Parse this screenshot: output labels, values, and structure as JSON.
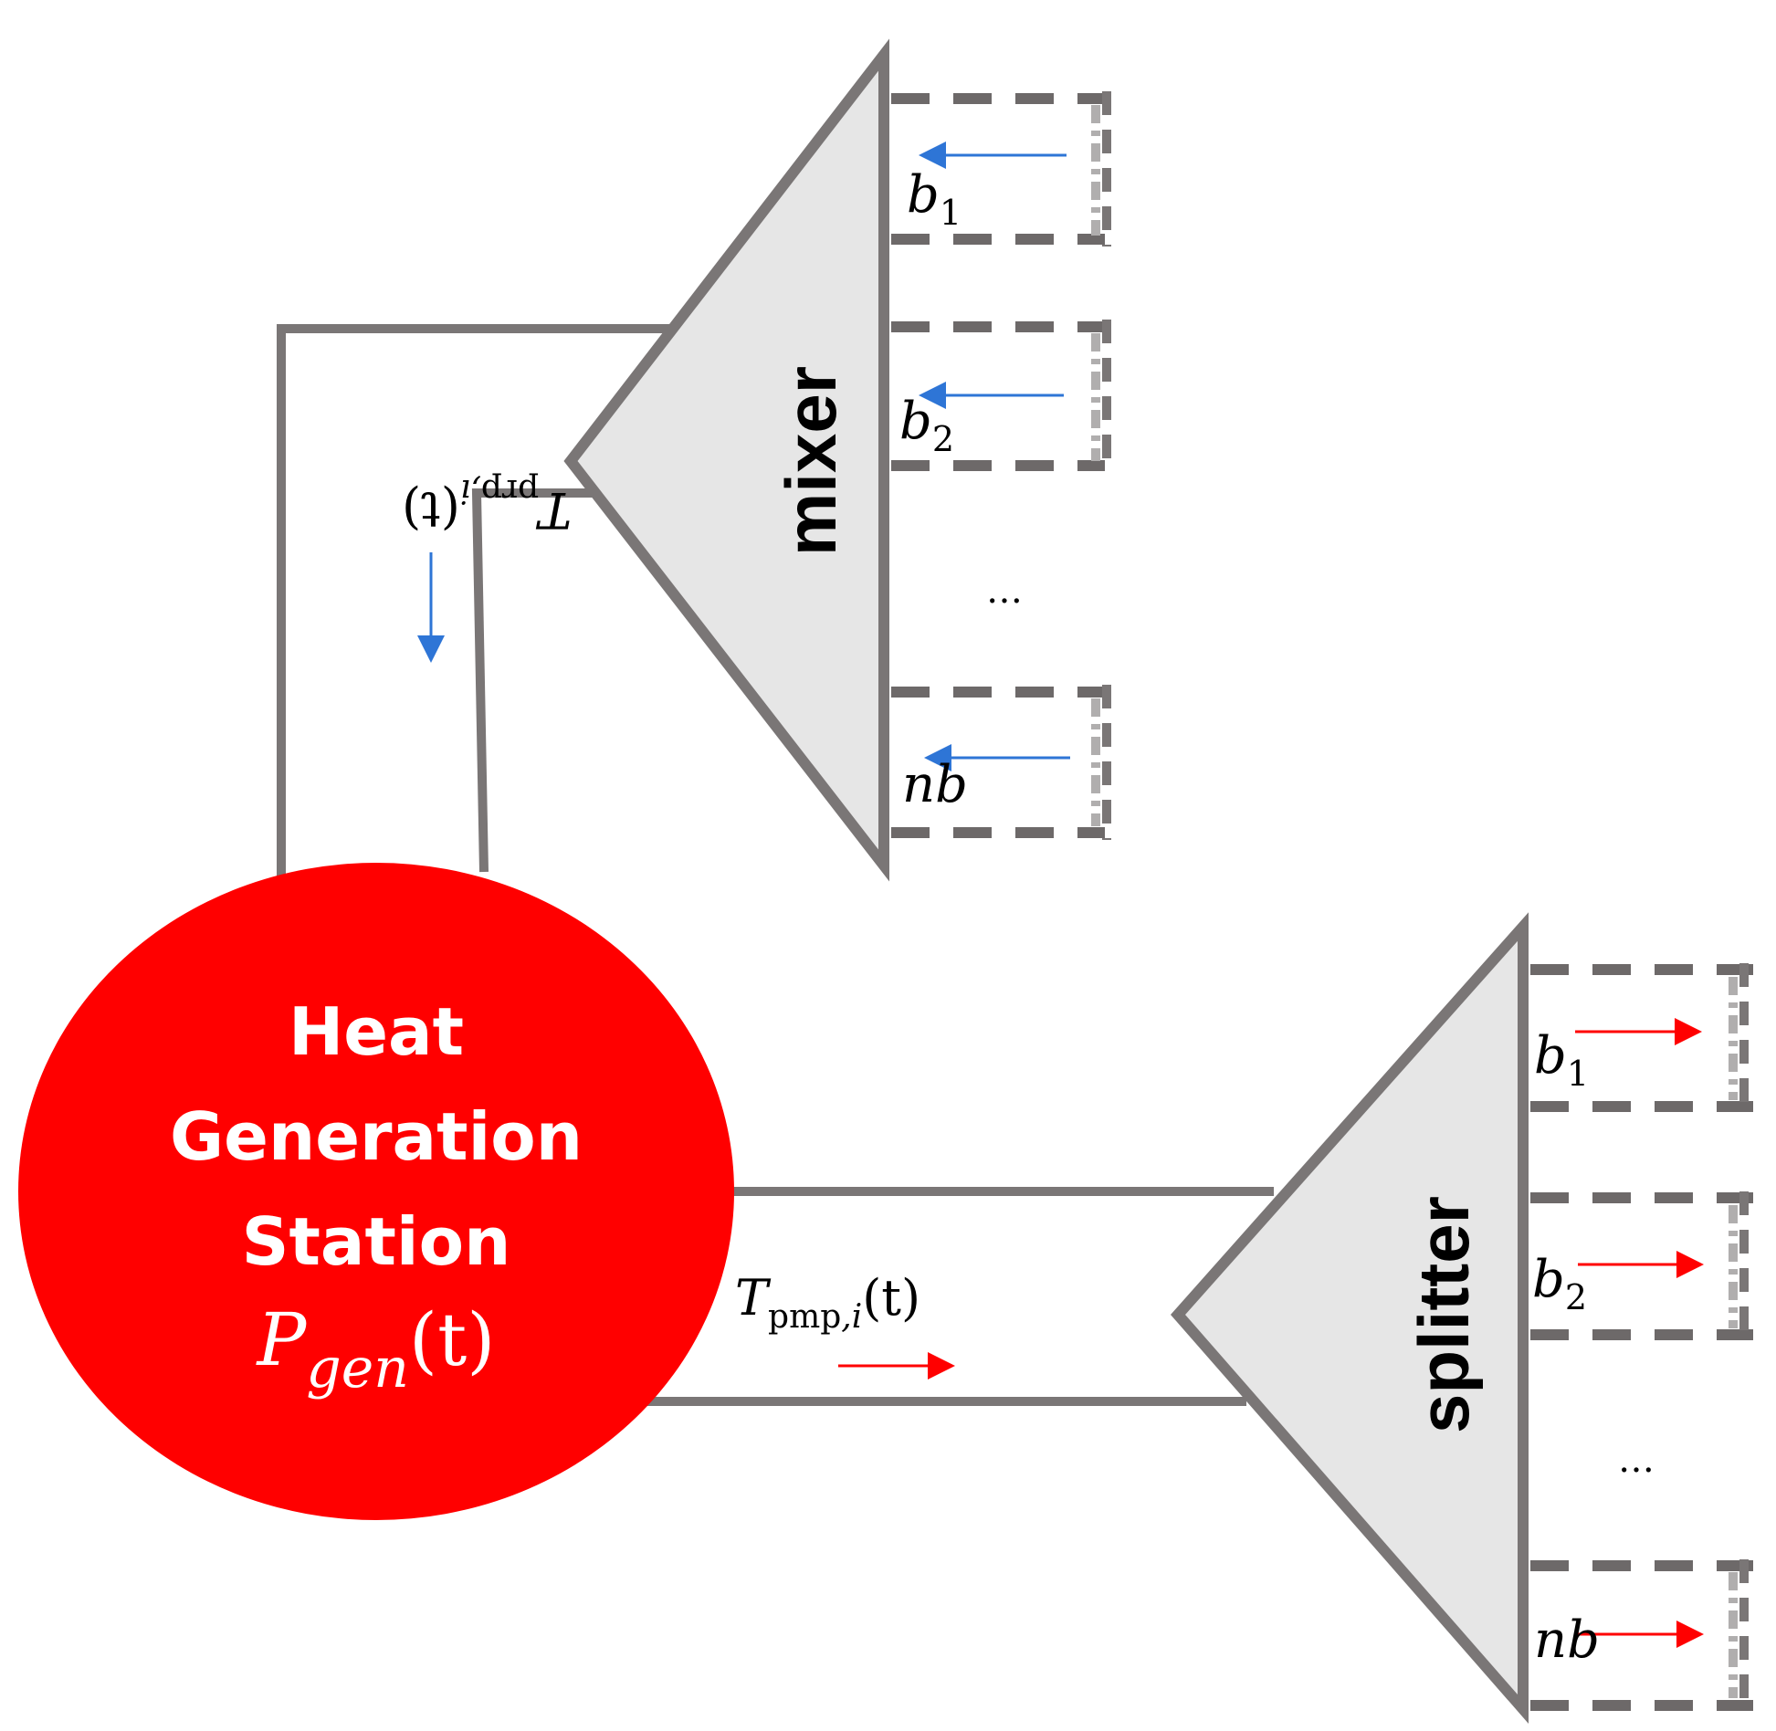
{
  "station": {
    "line1": "Heat",
    "line2": "Generation",
    "line3": "Station",
    "power_symbol": "P",
    "power_subscript": "gen",
    "power_arg": "(t)"
  },
  "mixer": {
    "label": "mixer",
    "branches": [
      {
        "base": "b",
        "sub": "1"
      },
      {
        "base": "b",
        "sub": "2"
      },
      {
        "base": "nb",
        "sub": ""
      }
    ],
    "ellipsis": "…"
  },
  "splitter": {
    "label": "splitter",
    "branches": [
      {
        "base": "b",
        "sub": "1"
      },
      {
        "base": "b",
        "sub": "2"
      },
      {
        "base": "nb",
        "sub": ""
      }
    ],
    "ellipsis": "…"
  },
  "return_pipe": {
    "symbol": "T",
    "sub_roman": "prp",
    "sub_italic": ",i",
    "arg": "(t)"
  },
  "supply_pipe": {
    "symbol": "T",
    "sub_roman": "pmp",
    "sub_italic": ",i",
    "arg": "(t)"
  },
  "colors": {
    "station_fill": "#ff0000",
    "return_arrow": "#2e75d6",
    "supply_arrow": "#ff0000",
    "pipe": "#7a7676",
    "node_fill": "#e6e6e6"
  }
}
